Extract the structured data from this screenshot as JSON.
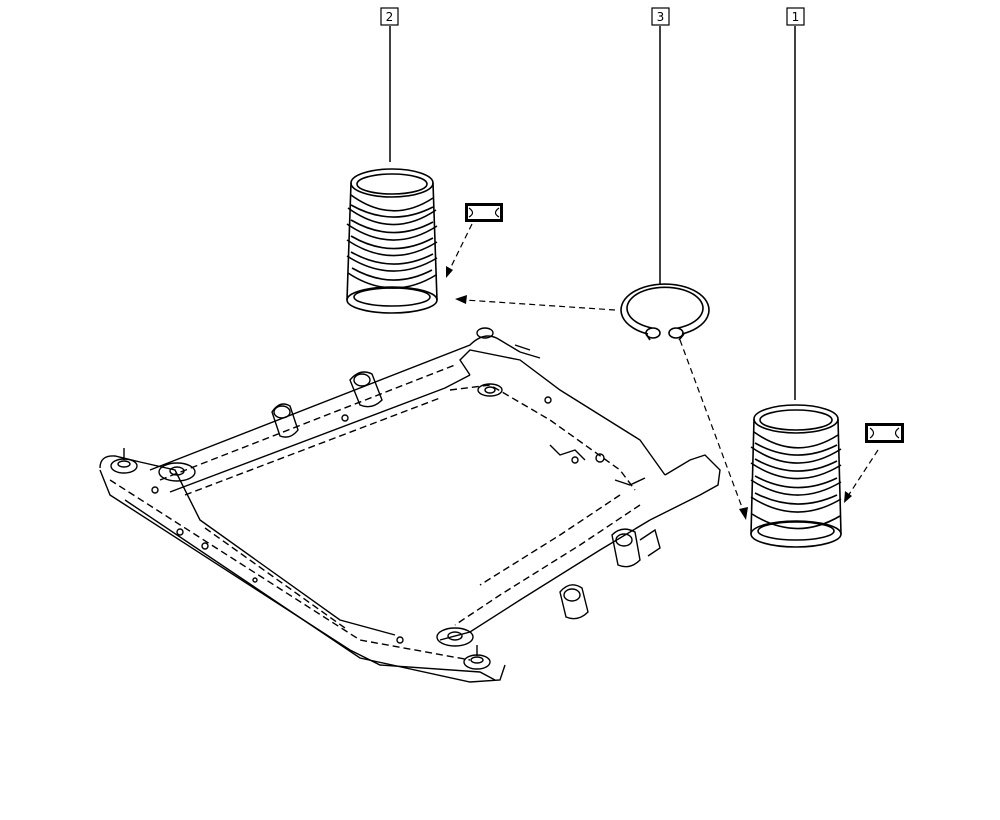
{
  "callouts": [
    {
      "id": "1",
      "label": "1",
      "part": "coil-spring-right"
    },
    {
      "id": "2",
      "label": "2",
      "part": "coil-spring-left"
    },
    {
      "id": "3",
      "label": "3",
      "part": "spring-insulator-ring"
    }
  ],
  "symbols": [
    {
      "name": "marking-symbol-left"
    },
    {
      "name": "marking-symbol-right"
    }
  ],
  "colors": {
    "line": "#000000",
    "background": "#ffffff"
  }
}
